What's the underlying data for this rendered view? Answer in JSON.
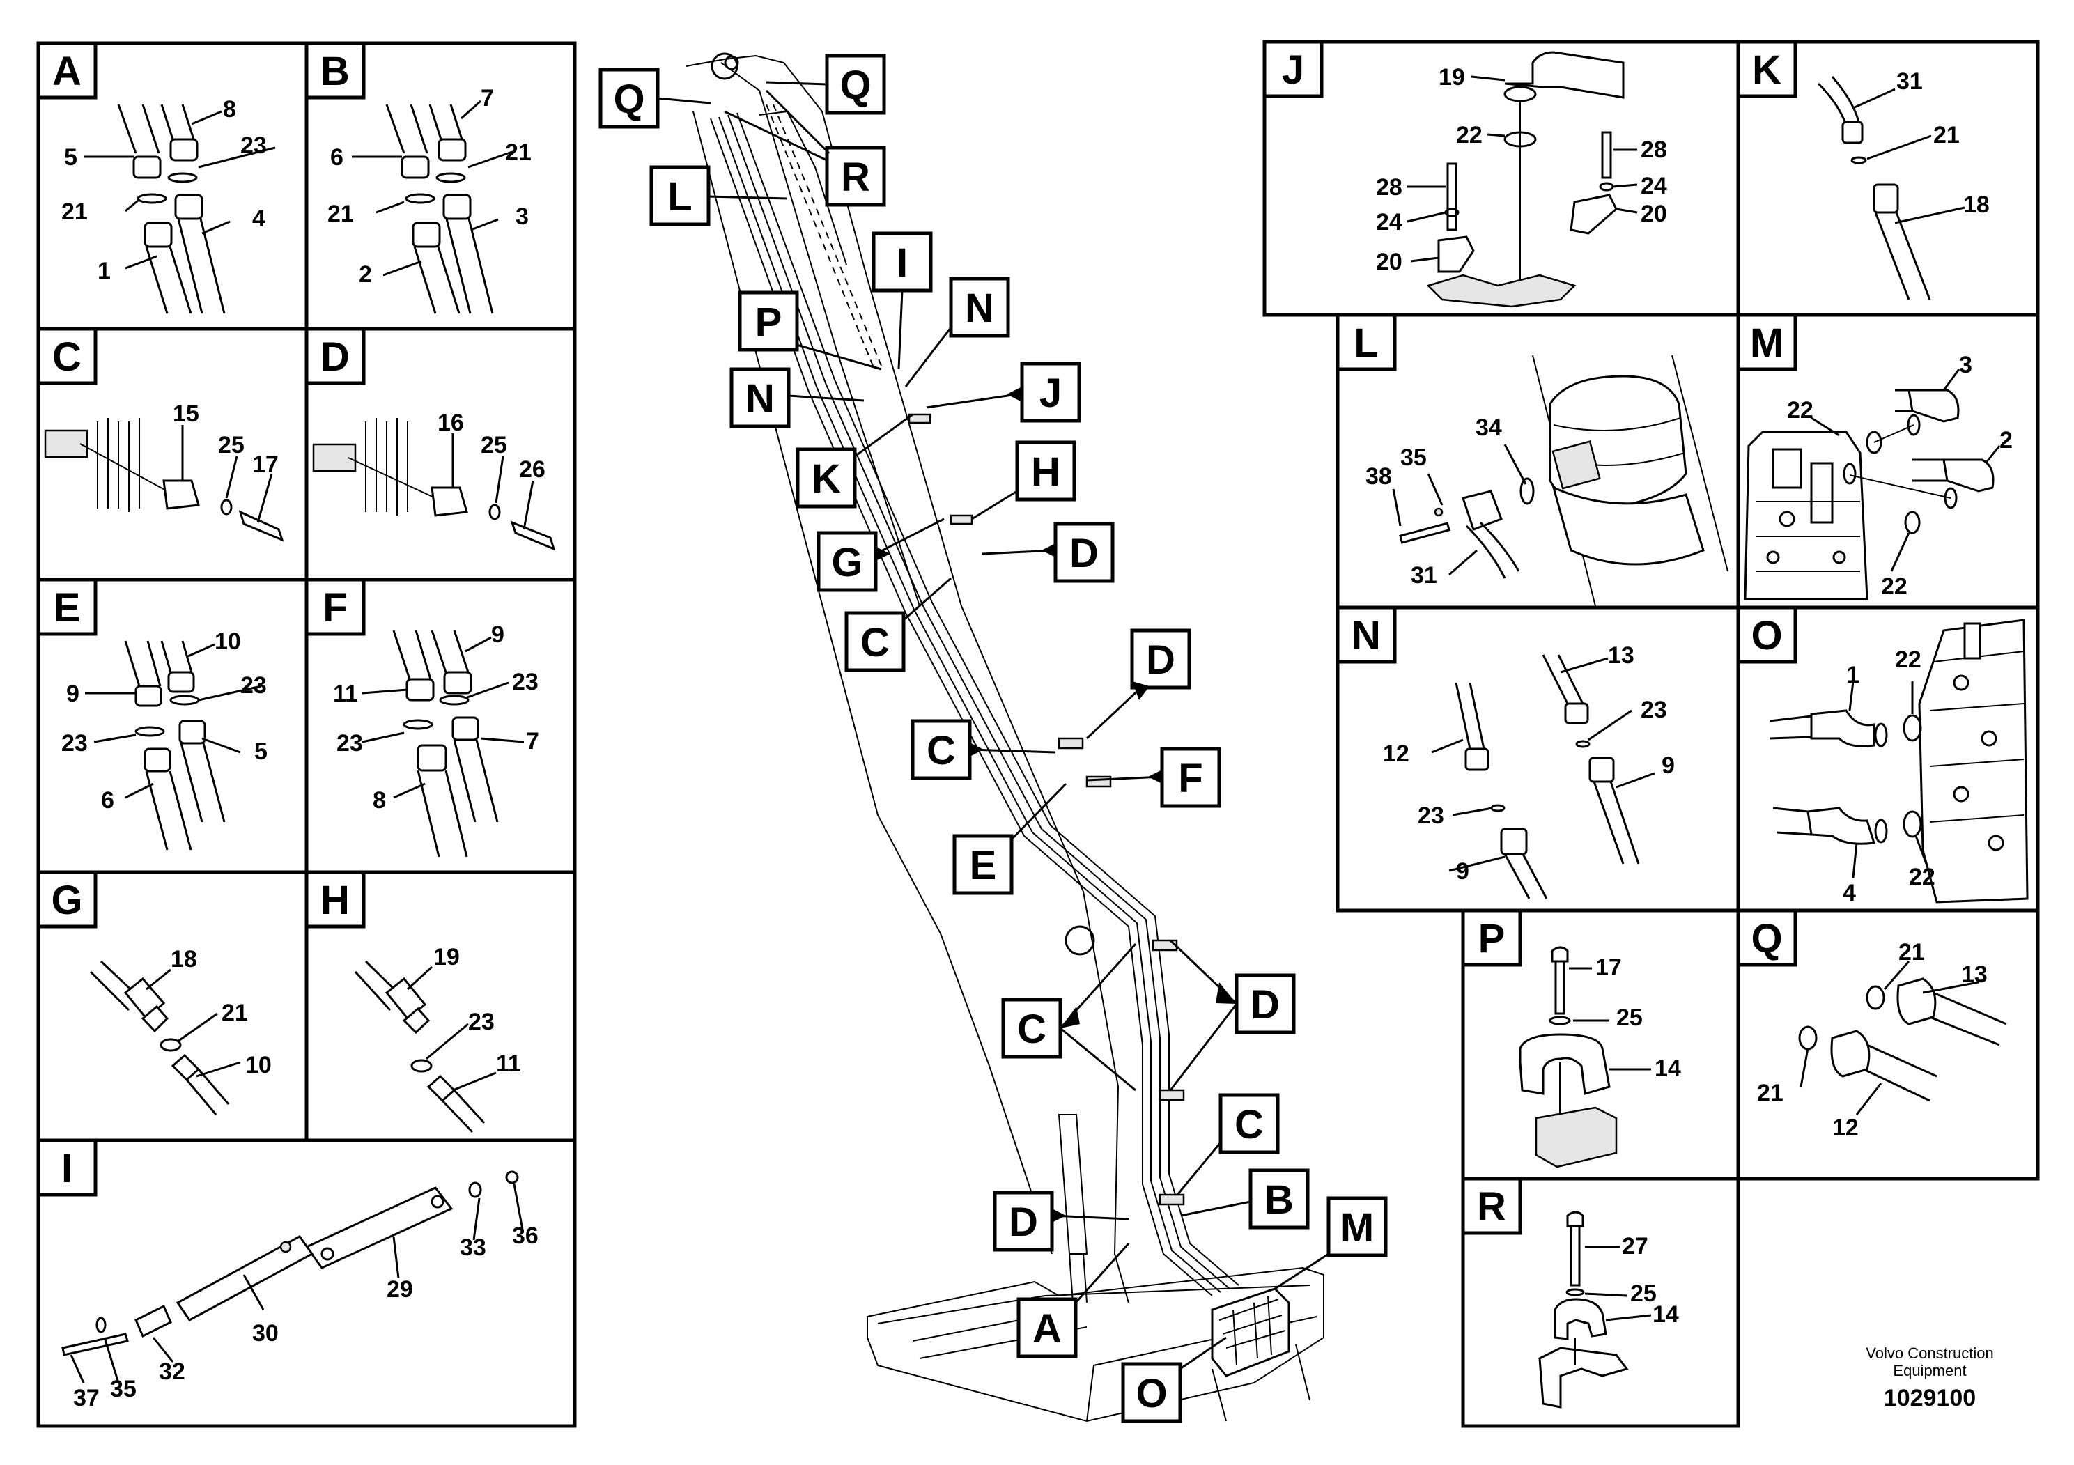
{
  "panels": {
    "A": {
      "tag": "A",
      "parts": [
        "8",
        "5",
        "23",
        "21",
        "4",
        "1"
      ]
    },
    "B": {
      "tag": "B",
      "parts": [
        "7",
        "6",
        "21",
        "21",
        "3",
        "2"
      ]
    },
    "C": {
      "tag": "C",
      "parts": [
        "15",
        "25",
        "17"
      ]
    },
    "D": {
      "tag": "D",
      "parts": [
        "16",
        "25",
        "26"
      ]
    },
    "E": {
      "tag": "E",
      "parts": [
        "10",
        "9",
        "23",
        "23",
        "5",
        "6"
      ]
    },
    "F": {
      "tag": "F",
      "parts": [
        "9",
        "11",
        "23",
        "23",
        "7",
        "8"
      ]
    },
    "G": {
      "tag": "G",
      "parts": [
        "18",
        "21",
        "10"
      ]
    },
    "H": {
      "tag": "H",
      "parts": [
        "19",
        "23",
        "11"
      ]
    },
    "I": {
      "tag": "I",
      "parts": [
        "33",
        "36",
        "29",
        "30",
        "32",
        "37",
        "35"
      ]
    },
    "J": {
      "tag": "J",
      "parts": [
        "19",
        "22",
        "28",
        "28",
        "24",
        "24",
        "20",
        "20"
      ]
    },
    "K": {
      "tag": "K",
      "parts": [
        "31",
        "21",
        "18"
      ]
    },
    "L": {
      "tag": "L",
      "parts": [
        "34",
        "38",
        "35",
        "31"
      ]
    },
    "M": {
      "tag": "M",
      "parts": [
        "3",
        "22",
        "2",
        "22"
      ]
    },
    "N": {
      "tag": "N",
      "parts": [
        "13",
        "23",
        "12",
        "9",
        "23",
        "9"
      ]
    },
    "O": {
      "tag": "O",
      "parts": [
        "1",
        "22",
        "4",
        "22"
      ]
    },
    "P": {
      "tag": "P",
      "parts": [
        "17",
        "25",
        "14"
      ]
    },
    "Q": {
      "tag": "Q",
      "parts": [
        "21",
        "13",
        "21",
        "12"
      ]
    },
    "R": {
      "tag": "R",
      "parts": [
        "27",
        "25",
        "14"
      ]
    }
  },
  "callouts": [
    "Q",
    "Q",
    "R",
    "L",
    "I",
    "N",
    "P",
    "N",
    "J",
    "K",
    "H",
    "G",
    "D",
    "C",
    "D",
    "C",
    "F",
    "E",
    "C",
    "D",
    "C",
    "B",
    "D",
    "M",
    "A",
    "O"
  ],
  "footer": {
    "brand_line1": "Volvo Construction",
    "brand_line2": "Equipment",
    "figure_number": "1029100"
  }
}
